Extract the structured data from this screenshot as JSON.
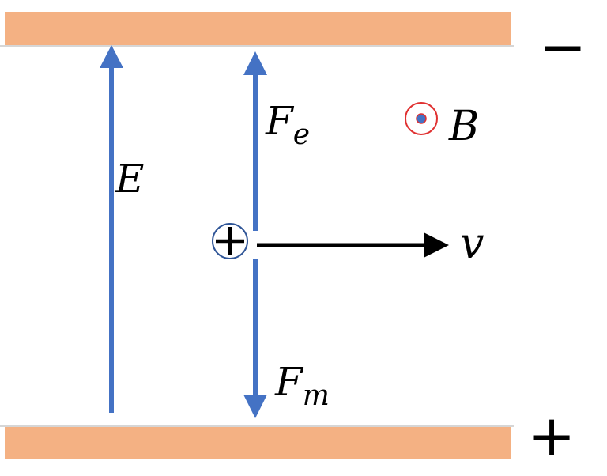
{
  "colors": {
    "plate": "#f4b183",
    "plate_edge": "#c9c9c9",
    "field_arrow": "#4472c4",
    "velocity_arrow": "#000000",
    "charge_ring": "#2f5597",
    "b_ring": "#e03030",
    "b_dot": "#4472c4"
  },
  "labels": {
    "top_plate_sign": "−",
    "bottom_plate_sign": "+",
    "electric_field": "E",
    "electric_force": "F",
    "electric_force_sub": "e",
    "magnetic_force": "F",
    "magnetic_force_sub": "m",
    "magnetic_field": "B",
    "velocity": "v"
  },
  "icons": {
    "charge": "positive-charge-icon",
    "magnetic_field_direction": "out-of-page-icon"
  }
}
